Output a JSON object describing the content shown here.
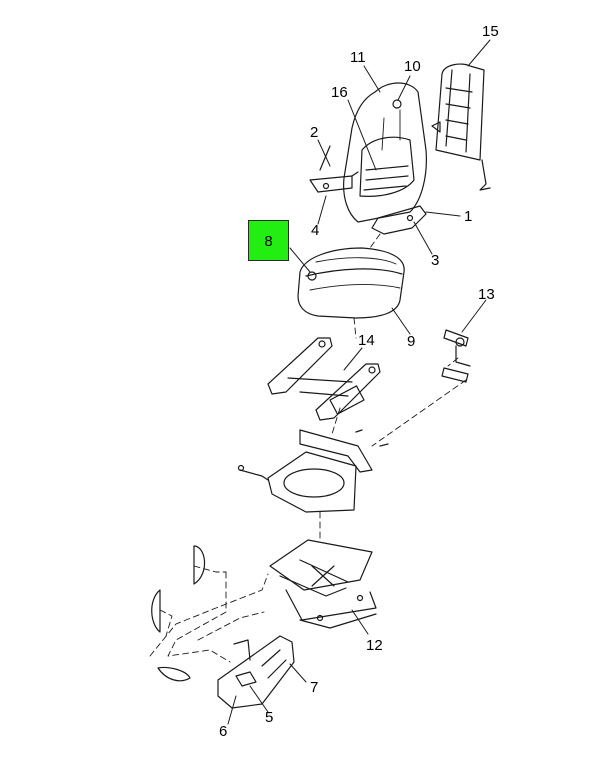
{
  "diagram": {
    "highlight_color": "#22ee11",
    "line_color": "#1a1a1a",
    "callouts": {
      "c1": "1",
      "c2": "2",
      "c3": "3",
      "c4": "4",
      "c5": "5",
      "c6": "6",
      "c7": "7",
      "c8": "8",
      "c9": "9",
      "c10": "10",
      "c11": "11",
      "c12": "12",
      "c13": "13",
      "c14": "14",
      "c15": "15",
      "c16": "16"
    }
  }
}
